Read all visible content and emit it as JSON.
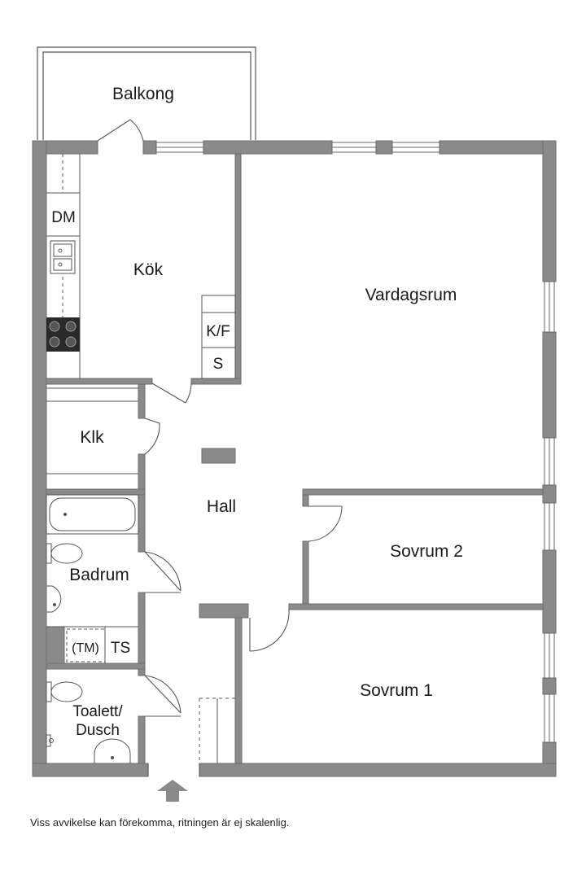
{
  "rooms": {
    "balkong": "Balkong",
    "kok": "Kök",
    "vardagsrum": "Vardagsrum",
    "klk": "Klk",
    "hall": "Hall",
    "badrum": "Badrum",
    "sovrum2": "Sovrum 2",
    "sovrum1": "Sovrum 1",
    "toalett_line1": "Toalett/",
    "toalett_line2": "Dusch"
  },
  "fixtures": {
    "dm": "DM",
    "kf": "K/F",
    "s": "S",
    "tm": "(TM)",
    "ts": "TS"
  },
  "disclaimer": "Viss avvikelse kan förekomma, ritningen är ej skalenlig.",
  "colors": {
    "wall": "#8a8a8a",
    "wall_edge": "#6e6e6e",
    "line": "#555555"
  }
}
